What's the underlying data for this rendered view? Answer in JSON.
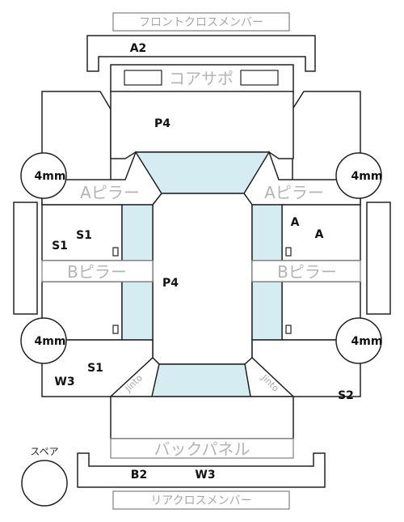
{
  "labels": {
    "front_cross_member": "フロントクロスメンバー",
    "core_support": "コアサポ",
    "a_pillar": "Aピラー",
    "b_pillar": "Bピラー",
    "back_panel": "バックパネル",
    "rear_cross_member": "リアクロスメンバー",
    "spare": "スペア",
    "corner": "Jinto"
  },
  "codes": {
    "front_member": "A2",
    "hood": "P4",
    "roof": "P4",
    "left_front_door_upper": "S1",
    "left_front_door_lower": "S1",
    "left_rear_door": "S1",
    "left_rear_quarter": "W3",
    "right_front_door_a": "A",
    "right_front_door_b": "A",
    "right_rear_quarter": "S2",
    "rear_member_left": "B2",
    "rear_member_right": "W3"
  },
  "tires": {
    "front_left": "4mm",
    "front_right": "4mm",
    "rear_left": "4mm",
    "rear_right": "4mm"
  }
}
